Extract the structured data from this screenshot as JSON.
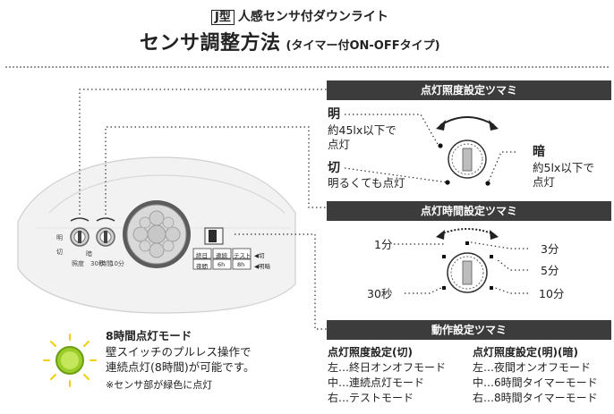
{
  "header": {
    "type_badge": "J型",
    "type_label": "人感センサ付ダウンライト",
    "title": "センサ調整方法",
    "subtitle": "(タイマー付ON-OFFタイプ)"
  },
  "section_brightness": {
    "bar_label": "点灯照度設定ツマミ",
    "bright_title": "明",
    "bright_desc": [
      "約45lx以下で",
      "点灯"
    ],
    "off_title": "切",
    "off_desc": "明るくても点灯",
    "dark_title": "暗",
    "dark_desc": [
      "約5lx以下で",
      "点灯"
    ]
  },
  "section_time": {
    "bar_label": "点灯時間設定ツマミ",
    "positions": [
      "1分",
      "3分",
      "5分",
      "30秒",
      "10分"
    ]
  },
  "section_mode": {
    "bar_label": "動作設定ツマミ",
    "col_off": {
      "title": "点灯照度設定(切)",
      "items": [
        "左…終日オンオフモード",
        "中…連続点灯モード",
        "右…テストモード"
      ]
    },
    "col_on": {
      "title": "点灯照度設定(明)(暗)",
      "items": [
        "左…夜間オンオフモード",
        "中…6時間タイマーモード",
        "右…8時間タイマーモード"
      ]
    }
  },
  "eight_hour": {
    "title": "8時間点灯モード",
    "desc": [
      "壁スイッチのプルレス操作で",
      "連続点灯(8時間)が可能です。"
    ],
    "note": "※センサ部が緑色に点灯"
  },
  "device_labels": {
    "knob1_top": "明",
    "knob1_side_left": "切",
    "knob1_side_right": "暗",
    "knob1_bottom": "照度",
    "knob2_left": "30秒",
    "knob2_bottom": "時間",
    "knob2_right": "10分",
    "switch_tags": [
      "終日",
      "連続",
      "テスト",
      "夜間",
      "6h",
      "8h"
    ],
    "switch_side_off": "切",
    "switch_side_on": "明暗"
  },
  "colors": {
    "bar_bg": "#3c3c3c",
    "led_green": "#9ccc2a",
    "led_ray": "#f2d000"
  }
}
